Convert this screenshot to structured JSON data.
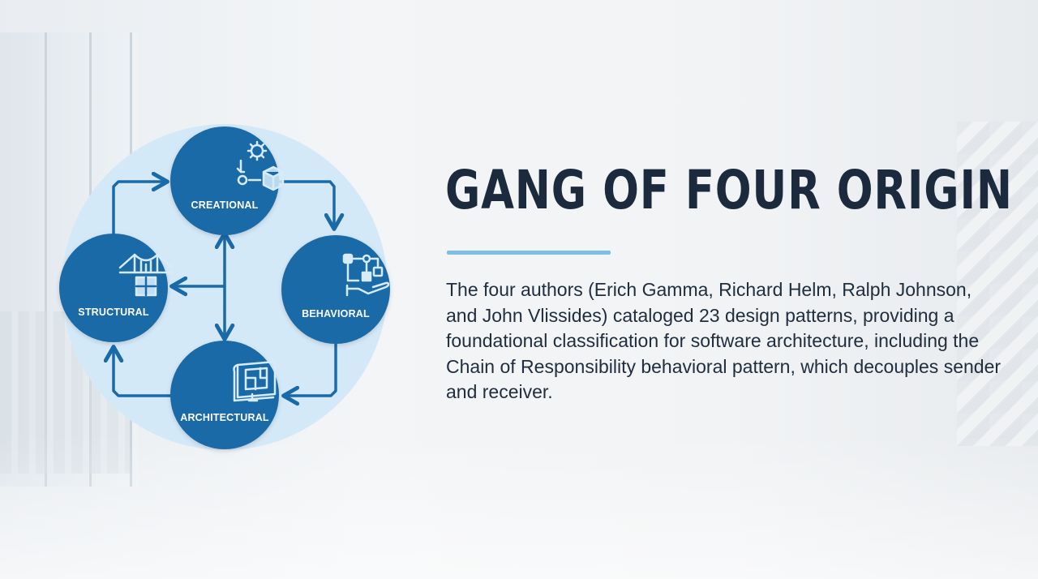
{
  "slide": {
    "title": "GANG OF FOUR ORIGIN",
    "body": "The four authors (Erich Gamma, Richard Helm, Ralph Johnson, and John Vlissides) cataloged 23 design patterns, providing a foundational classification for software architecture, including the Chain of Responsibility behavioral pattern, which decouples sender and receiver.",
    "accent_color": "#7cbfe6",
    "title_color": "#1b2a3d"
  },
  "diagram": {
    "node_color": "#1b6aa8",
    "circle_color": "#d4e9f8",
    "arrow_color": "#1b6aa8",
    "nodes": [
      {
        "label": "CREATIONAL",
        "icon": "gear-box-icon"
      },
      {
        "label": "BEHAVIORAL",
        "icon": "flow-hand-icon"
      },
      {
        "label": "ARCHITECTURAL",
        "icon": "blueprint-icon"
      },
      {
        "label": "STRUCTURAL",
        "icon": "bridge-puzzle-icon"
      }
    ]
  }
}
